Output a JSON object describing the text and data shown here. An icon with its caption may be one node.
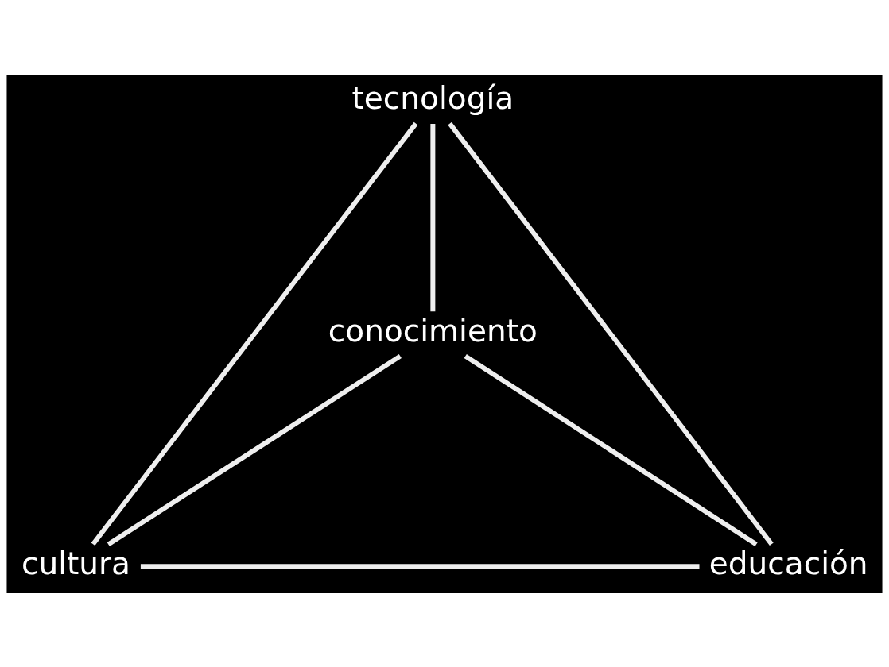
{
  "diagram": {
    "nodes": [
      {
        "text": [
          "tecnología"
        ]
      },
      {
        "text": [
          "conocimiento"
        ]
      },
      {
        "text": [
          "cultura"
        ]
      },
      {
        "text": [
          "educación"
        ]
      }
    ],
    "edges": [
      {
        "from": 0,
        "to": 2,
        "arrow": "none"
      },
      {
        "from": 0,
        "to": 1,
        "arrow": "none"
      },
      {
        "from": 0,
        "to": 3,
        "arrow": "none"
      },
      {
        "from": 1,
        "to": 2,
        "arrow": "none"
      },
      {
        "from": 1,
        "to": 3,
        "arrow": "none"
      },
      {
        "from": 2,
        "to": 3,
        "arrow": "none"
      }
    ]
  }
}
